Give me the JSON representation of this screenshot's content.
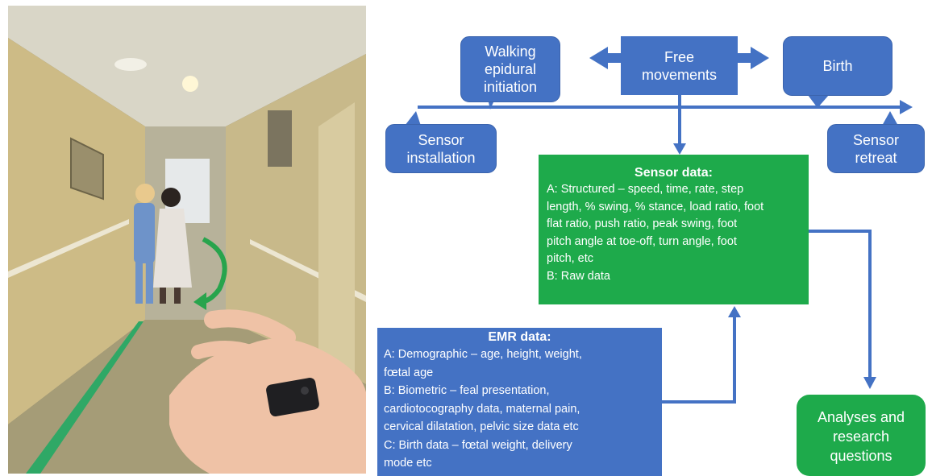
{
  "photo": {
    "description_icons": [
      "person-icon",
      "sensor-device-icon",
      "curved-arrow-icon"
    ]
  },
  "diagram": {
    "walking_epidural": [
      "Walking",
      "epidural",
      "initiation"
    ],
    "free_movements": [
      "Free",
      "movements"
    ],
    "birth": "Birth",
    "sensor_installation": [
      "Sensor",
      "installation"
    ],
    "sensor_retreat": [
      "Sensor",
      "retreat"
    ],
    "sensor_data": {
      "title": "Sensor data:",
      "lines": [
        "A: Structured – speed, time, rate, step",
        "length, % swing, % stance, load ratio, foot",
        "flat ratio, push ratio, peak swing, foot",
        "pitch angle at toe-off, turn angle, foot",
        "pitch, etc",
        "B: Raw data"
      ]
    },
    "emr_data": {
      "title": "EMR data:",
      "lines": [
        "A: Demographic – age, height, weight,",
        "fœtal age",
        "B: Biometric – feal presentation,",
        "cardiotocography  data, maternal pain,",
        "cervical dilatation, pelvic size data etc",
        "C: Birth data – fœtal weight, delivery",
        "mode etc"
      ]
    },
    "analyses": [
      "Analyses and",
      "research",
      "questions"
    ],
    "colors": {
      "blue": "#4472C4",
      "green": "#1eaa4b"
    }
  }
}
